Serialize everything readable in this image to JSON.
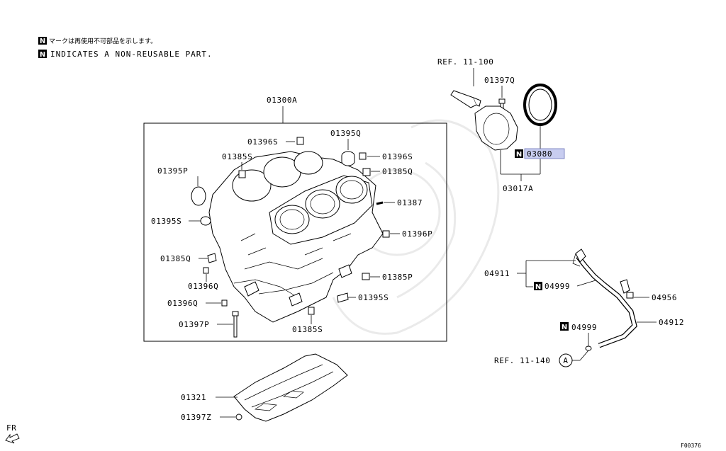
{
  "notices": {
    "jp": "マークは再使用不可部品を示します。",
    "en": "INDICATES A NON-REUSABLE PART.",
    "mark": "N"
  },
  "labels": {
    "p01300A": "01300A",
    "p01396S_a": "01396S",
    "p01395Q": "01395Q",
    "p01396S_b": "01396S",
    "p01385S_a": "01385S",
    "p01385Q_a": "01385Q",
    "p01395P": "01395P",
    "p01387": "01387",
    "p01395S_a": "01395S",
    "p01396P": "01396P",
    "p01385Q_b": "01385Q",
    "p01385P": "01385P",
    "p01396Q_a": "01396Q",
    "p01395S_b": "01395S",
    "p01396Q_b": "01396Q",
    "p01397P": "01397P",
    "p01385S_b": "01385S",
    "p01321": "01321",
    "p01397Z": "01397Z",
    "ref11_100": "REF. 11-100",
    "p01397Q": "01397Q",
    "p03080": "03080",
    "p03017A": "03017A",
    "p04911": "04911",
    "p04999_a": "04999",
    "p04956": "04956",
    "p04999_b": "04999",
    "p04912": "04912",
    "ref11_140": "REF. 11-140",
    "circle_a": "A",
    "fr": "FR",
    "figure_id": "F00376"
  }
}
